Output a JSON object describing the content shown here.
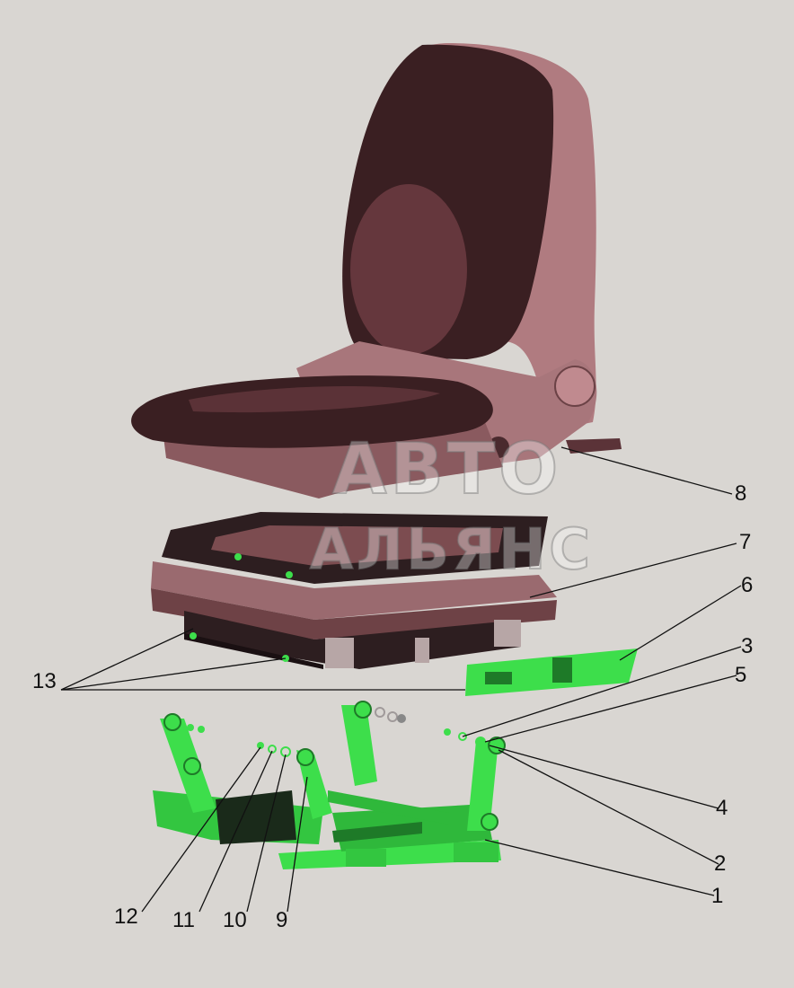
{
  "watermark": {
    "line1": "АВТО",
    "line2": "АЛЬЯНС"
  },
  "colors": {
    "background": "#d9d6d2",
    "seat_dark": "#3a1f22",
    "seat_cushion": "#6a3a40",
    "seat_shell": "#b07b80",
    "frame": "#3dde4b",
    "frame_dark": "#1e7a28",
    "bellows": "#7c4c50",
    "leader": "#111111"
  },
  "callouts": [
    "1",
    "2",
    "3",
    "4",
    "5",
    "6",
    "7",
    "8",
    "9",
    "10",
    "11",
    "12",
    "13"
  ]
}
